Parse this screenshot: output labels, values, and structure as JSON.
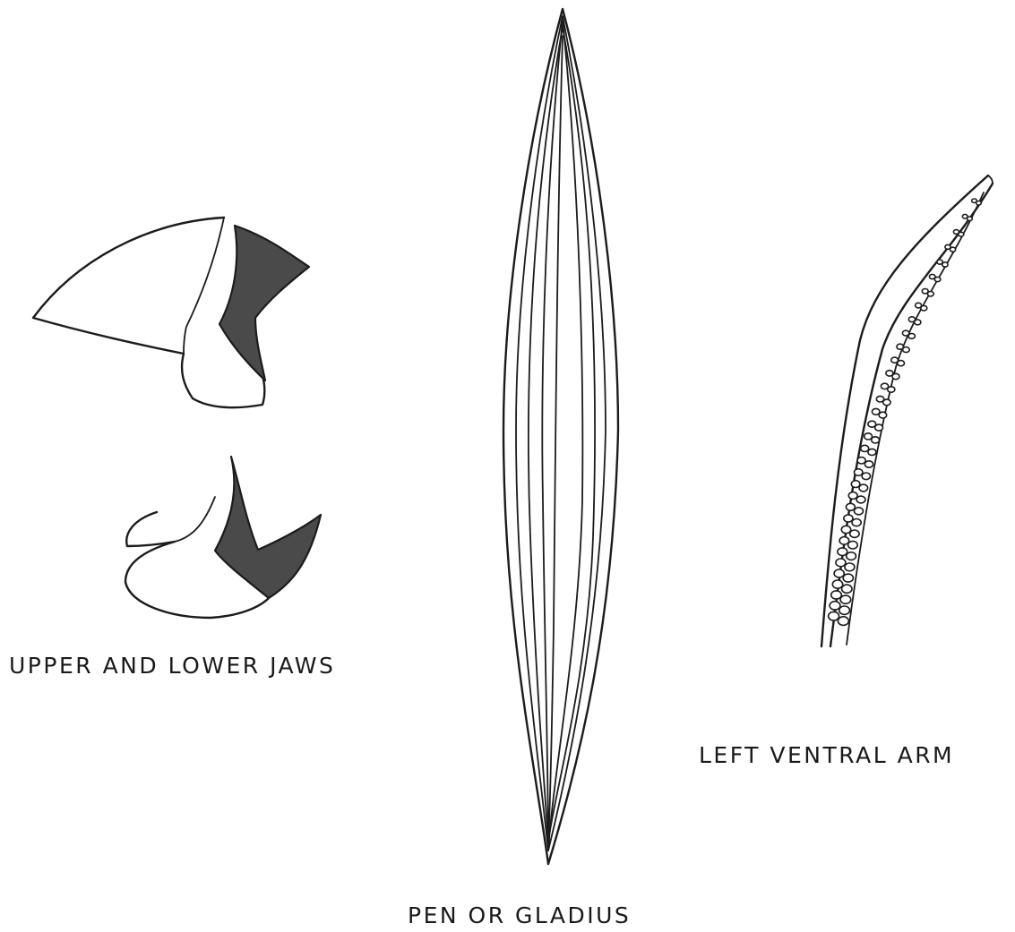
{
  "figure": {
    "background_color": "#ffffff",
    "ink_color": "#1c1c1c",
    "shade_color": "#4a4a4a",
    "captions": {
      "jaws": "UPPER AND LOWER JAWS",
      "pen": "PEN OR GLADIUS",
      "arm": "LEFT VENTRAL ARM"
    }
  }
}
